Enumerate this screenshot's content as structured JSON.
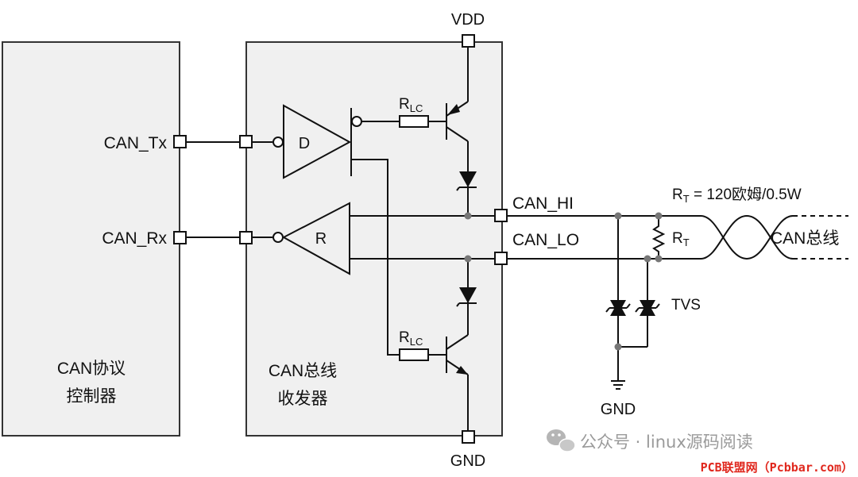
{
  "diagram": {
    "controller_label_line1": "CAN协议",
    "controller_label_line2": "控制器",
    "transceiver_label_line1": "CAN总线",
    "transceiver_label_line2": "收发器",
    "pin_tx": "CAN_Tx",
    "pin_rx": "CAN_Rx",
    "vdd": "VDD",
    "gnd_bottom": "GND",
    "gnd_tvs": "GND",
    "driver": "D",
    "receiver": "R",
    "rlc_top_main": "R",
    "rlc_top_sub": "LC",
    "rlc_bottom_main": "R",
    "rlc_bottom_sub": "LC",
    "can_hi": "CAN_HI",
    "can_lo": "CAN_LO",
    "rt_main": "R",
    "rt_sub": "T",
    "rt_note_main": "R",
    "rt_note_sub": "T",
    "rt_note_rest": " = 120欧姆/0.5W",
    "tvs": "TVS",
    "bus": "CAN总线"
  },
  "watermark": {
    "account": "公众号 · linux源码阅读",
    "source": "PCB联盟网（Pcbbar.com）"
  }
}
